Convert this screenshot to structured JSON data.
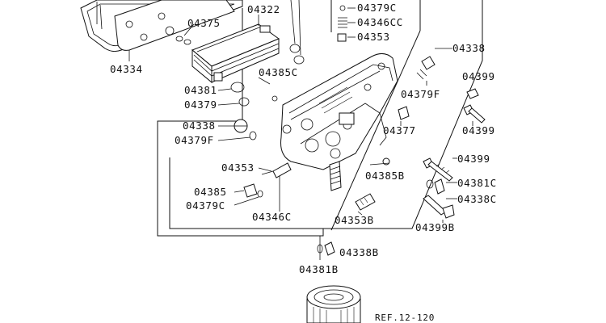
{
  "diagram": {
    "reference": "REF.12-120",
    "labels": {
      "p04322": "04322",
      "p04379c_top": "04379C",
      "p04375": "04375",
      "p04346cc": "04346CC",
      "p04353_top": "04353",
      "p04334": "04334",
      "p04338_top": "04338",
      "p04385c": "04385C",
      "p04399_a": "04399",
      "p04381": "04381",
      "p04379f_right": "04379F",
      "p04379": "04379",
      "p04399_b": "04399",
      "p04338_mid": "04338",
      "p04377": "04377",
      "p04379f_left": "04379F",
      "p04399_c": "04399",
      "p04353_mid": "04353",
      "p04385b": "04385B",
      "p04381c": "04381C",
      "p04385": "04385",
      "p04338c": "04338C",
      "p04379c_bot": "04379C",
      "p04346c": "04346C",
      "p04353b": "04353B",
      "p04399b": "04399B",
      "p04338b": "04338B",
      "p04381b": "04381B"
    }
  }
}
